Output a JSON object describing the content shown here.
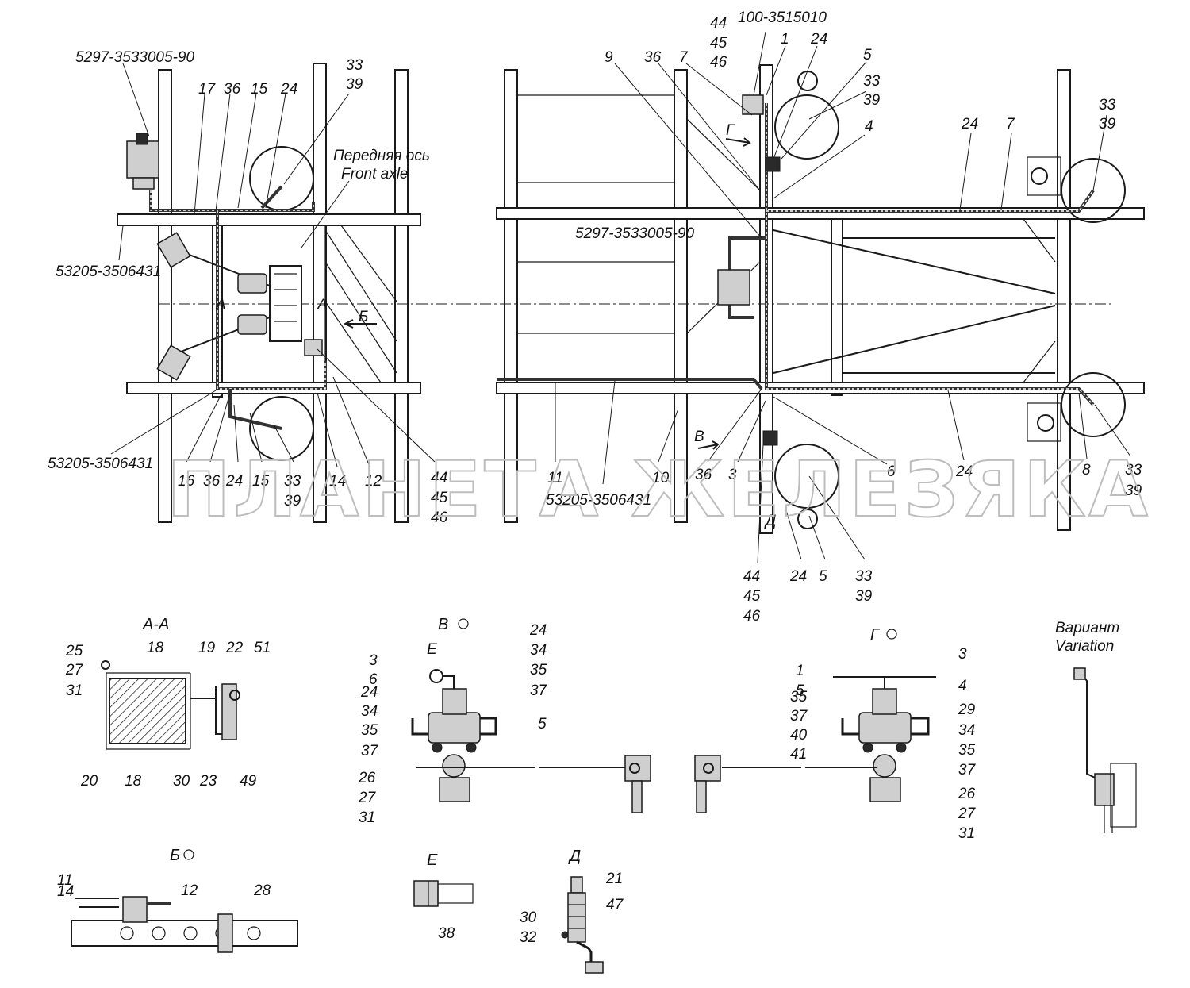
{
  "watermark": "ПЛАНЕТА ЖЕЛЕЗЯКА",
  "parts": {
    "valve_left": "5297-3533005-90",
    "valve_right": "5297-3533005-90",
    "hose_a": "53205-3506431",
    "hose_b": "53205-3506431",
    "hose_c": "53205-3506431",
    "top_part": "100-3515010"
  },
  "axle_note": {
    "ru": "Передняя ось",
    "en": "Front axle"
  },
  "section_labels": {
    "aa": "А-А",
    "b": "Б",
    "v": "В",
    "g": "Г",
    "d": "Д",
    "e": "Е",
    "variant_ru": "Вариант",
    "variant_en": "Variation",
    "mark_a1": "А",
    "mark_a2": "А",
    "arrow_b": "Б",
    "arrow_v": "В",
    "arrow_g": "Г",
    "arrow_d": "Д",
    "e_marker": "Е"
  },
  "left_view_callouts": {
    "n17": "17",
    "n36a": "36",
    "n15a": "15",
    "n24a": "24",
    "n33a": "33",
    "n39a": "39",
    "n16": "16",
    "n36b": "36",
    "n24b": "24",
    "n15b": "15",
    "n33b": "33",
    "n39b": "39",
    "n14": "14",
    "n12": "12",
    "n44": "44",
    "n45": "45",
    "n46": "46"
  },
  "right_view_callouts": {
    "n44t": "44",
    "n45t": "45",
    "n46t": "46",
    "n1": "1",
    "n24t": "24",
    "n5t": "5",
    "n9": "9",
    "n36t": "36",
    "n7t": "7",
    "n33t": "33",
    "n39t": "39",
    "n4": "4",
    "n24r": "24",
    "n7r": "7",
    "n33r": "33",
    "n39r": "39",
    "n11": "11",
    "n10": "10",
    "n36m": "36",
    "n3": "3",
    "n6": "6",
    "n24m": "24",
    "n8": "8",
    "n33br": "33",
    "n39br": "39",
    "n24b": "24",
    "n5b": "5",
    "n33b": "33",
    "n39b": "39",
    "n44b": "44",
    "n45b": "45",
    "n46b": "46"
  },
  "aa_callouts": {
    "n25": "25",
    "n27": "27",
    "n31": "31",
    "n18a": "18",
    "n19": "19",
    "n22": "22",
    "n51": "51",
    "n20": "20",
    "n18b": "18",
    "n30": "30",
    "n23": "23",
    "n49": "49"
  },
  "v_callouts": {
    "n3": "3",
    "n6": "6",
    "n24a": "24",
    "n34a": "34",
    "n35a": "35",
    "n37a": "37",
    "n24b": "24",
    "n34b": "34",
    "n35b": "35",
    "n37b": "37",
    "n5": "5",
    "n26": "26",
    "n27": "27",
    "n31": "31"
  },
  "g_callouts": {
    "n1": "1",
    "n3": "3",
    "n5": "5",
    "n4": "4",
    "n35a": "35",
    "n37a": "37",
    "n40": "40",
    "n41": "41",
    "n29": "29",
    "n34": "34",
    "n35b": "35",
    "n37b": "37",
    "n26": "26",
    "n27": "27",
    "n31": "31"
  },
  "b_callouts": {
    "n11": "11",
    "n14": "14",
    "n12": "12",
    "n28": "28"
  },
  "e_callouts": {
    "n38": "38"
  },
  "d_callouts": {
    "n21": "21",
    "n47": "47",
    "n30": "30",
    "n32": "32"
  },
  "colors": {
    "line": "#1a1a1a",
    "pipe": "#333333",
    "watermark": "#bdbdbd"
  }
}
